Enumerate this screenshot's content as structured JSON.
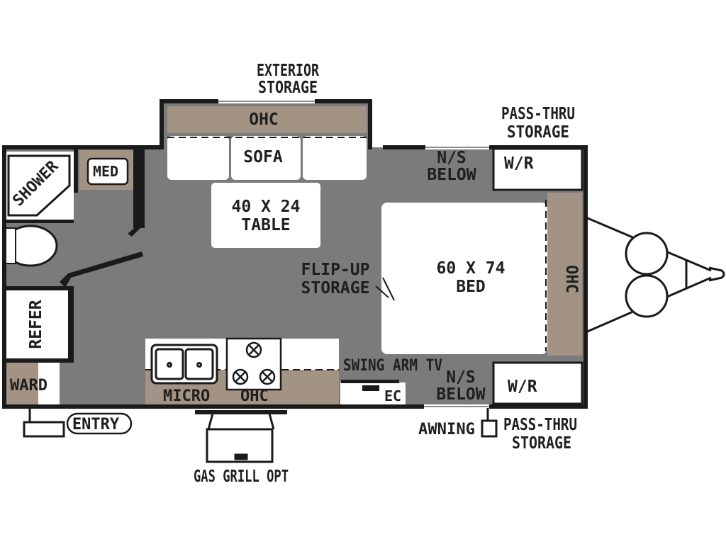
{
  "colors": {
    "floor": "#7b7b7b",
    "cabinet": "#a39384",
    "wall": "#1a1a1a",
    "furniture": "#ffffff",
    "background": "#ffffff"
  },
  "labels": {
    "exterior_storage": [
      "EXTERIOR",
      "STORAGE"
    ],
    "ohc_top": "OHC",
    "sofa": "SOFA",
    "table": [
      "40 X 24",
      "TABLE"
    ],
    "pass_thru_top": [
      "PASS-THRU",
      "STORAGE"
    ],
    "wr_top": "W/R",
    "ns_below_top": [
      "N/S",
      "BELOW"
    ],
    "shower": "SHOWER",
    "med": "MED",
    "refer": "REFER",
    "ward": "WARD",
    "entry": "ENTRY",
    "flip_up": [
      "FLIP-UP",
      "STORAGE"
    ],
    "bed": [
      "60 X 74",
      "BED"
    ],
    "ohc_right": "OHC",
    "swing_arm_tv": "SWING ARM TV",
    "ns_below_bottom": [
      "N/S",
      "BELOW"
    ],
    "wr_bottom": "W/R",
    "micro": "MICRO",
    "ohc_kitchen": "OHC",
    "ec": "EC",
    "awning": "AWNING",
    "pass_thru_bottom": [
      "PASS-THRU",
      "STORAGE"
    ],
    "gas_grill": "GAS GRILL OPT"
  }
}
